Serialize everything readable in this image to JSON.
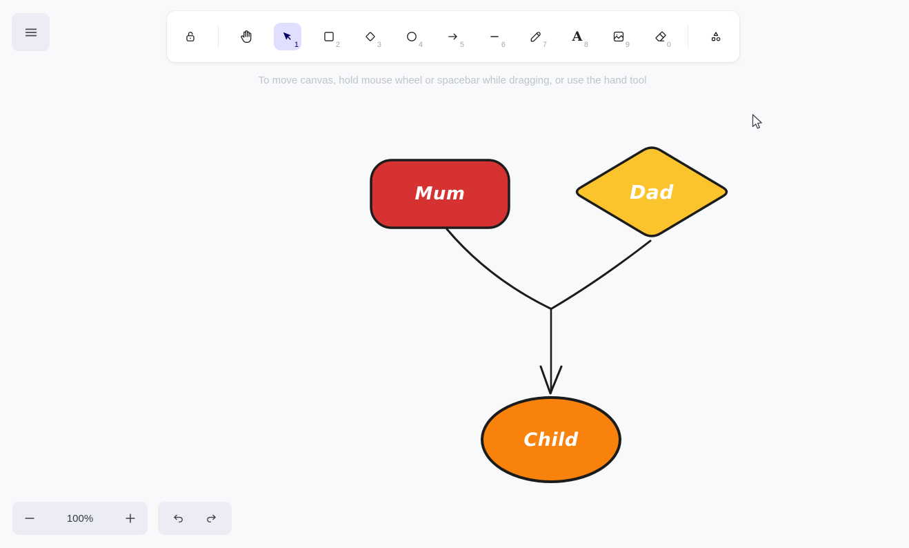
{
  "toolbar": {
    "text_tool_glyph": "A",
    "tools": [
      {
        "id": "lock",
        "shortcut": ""
      },
      {
        "id": "hand",
        "shortcut": ""
      },
      {
        "id": "selection",
        "shortcut": "1",
        "selected": true
      },
      {
        "id": "rectangle",
        "shortcut": "2"
      },
      {
        "id": "diamond",
        "shortcut": "3"
      },
      {
        "id": "ellipse",
        "shortcut": "4"
      },
      {
        "id": "arrow",
        "shortcut": "5"
      },
      {
        "id": "line",
        "shortcut": "6"
      },
      {
        "id": "draw",
        "shortcut": "7"
      },
      {
        "id": "text",
        "shortcut": "8"
      },
      {
        "id": "image",
        "shortcut": "9"
      },
      {
        "id": "eraser",
        "shortcut": "0"
      },
      {
        "id": "extra-tools",
        "shortcut": ""
      }
    ]
  },
  "hint": "To move canvas, hold mouse wheel or spacebar while dragging, or use the hand tool",
  "footer": {
    "zoom_level": "100%"
  },
  "canvas": {
    "edge_color": "#1c1c1c",
    "nodes": [
      {
        "id": "mum",
        "shape": "rectangle",
        "label": "Mum",
        "fill": "#d63232",
        "stroke": "#1c1c1c"
      },
      {
        "id": "dad",
        "shape": "diamond",
        "label": "Dad",
        "fill": "#fbc42d",
        "stroke": "#1c1c1c"
      },
      {
        "id": "child",
        "shape": "ellipse",
        "label": "Child",
        "fill": "#f8820b",
        "stroke": "#1c1c1c"
      }
    ],
    "edges": [
      {
        "from": "Mum",
        "to": "junction",
        "style": "curved line"
      },
      {
        "from": "Dad",
        "to": "junction",
        "style": "curved line"
      },
      {
        "from": "junction",
        "to": "Child",
        "style": "straight arrow"
      }
    ]
  },
  "colors": {
    "canvas_bg": "#f8f9fa",
    "island_bg": "#ffffff",
    "panel_bg": "#ececf4",
    "selected_tool_bg": "#e0dfff",
    "selected_tool_fg": "#030064"
  }
}
